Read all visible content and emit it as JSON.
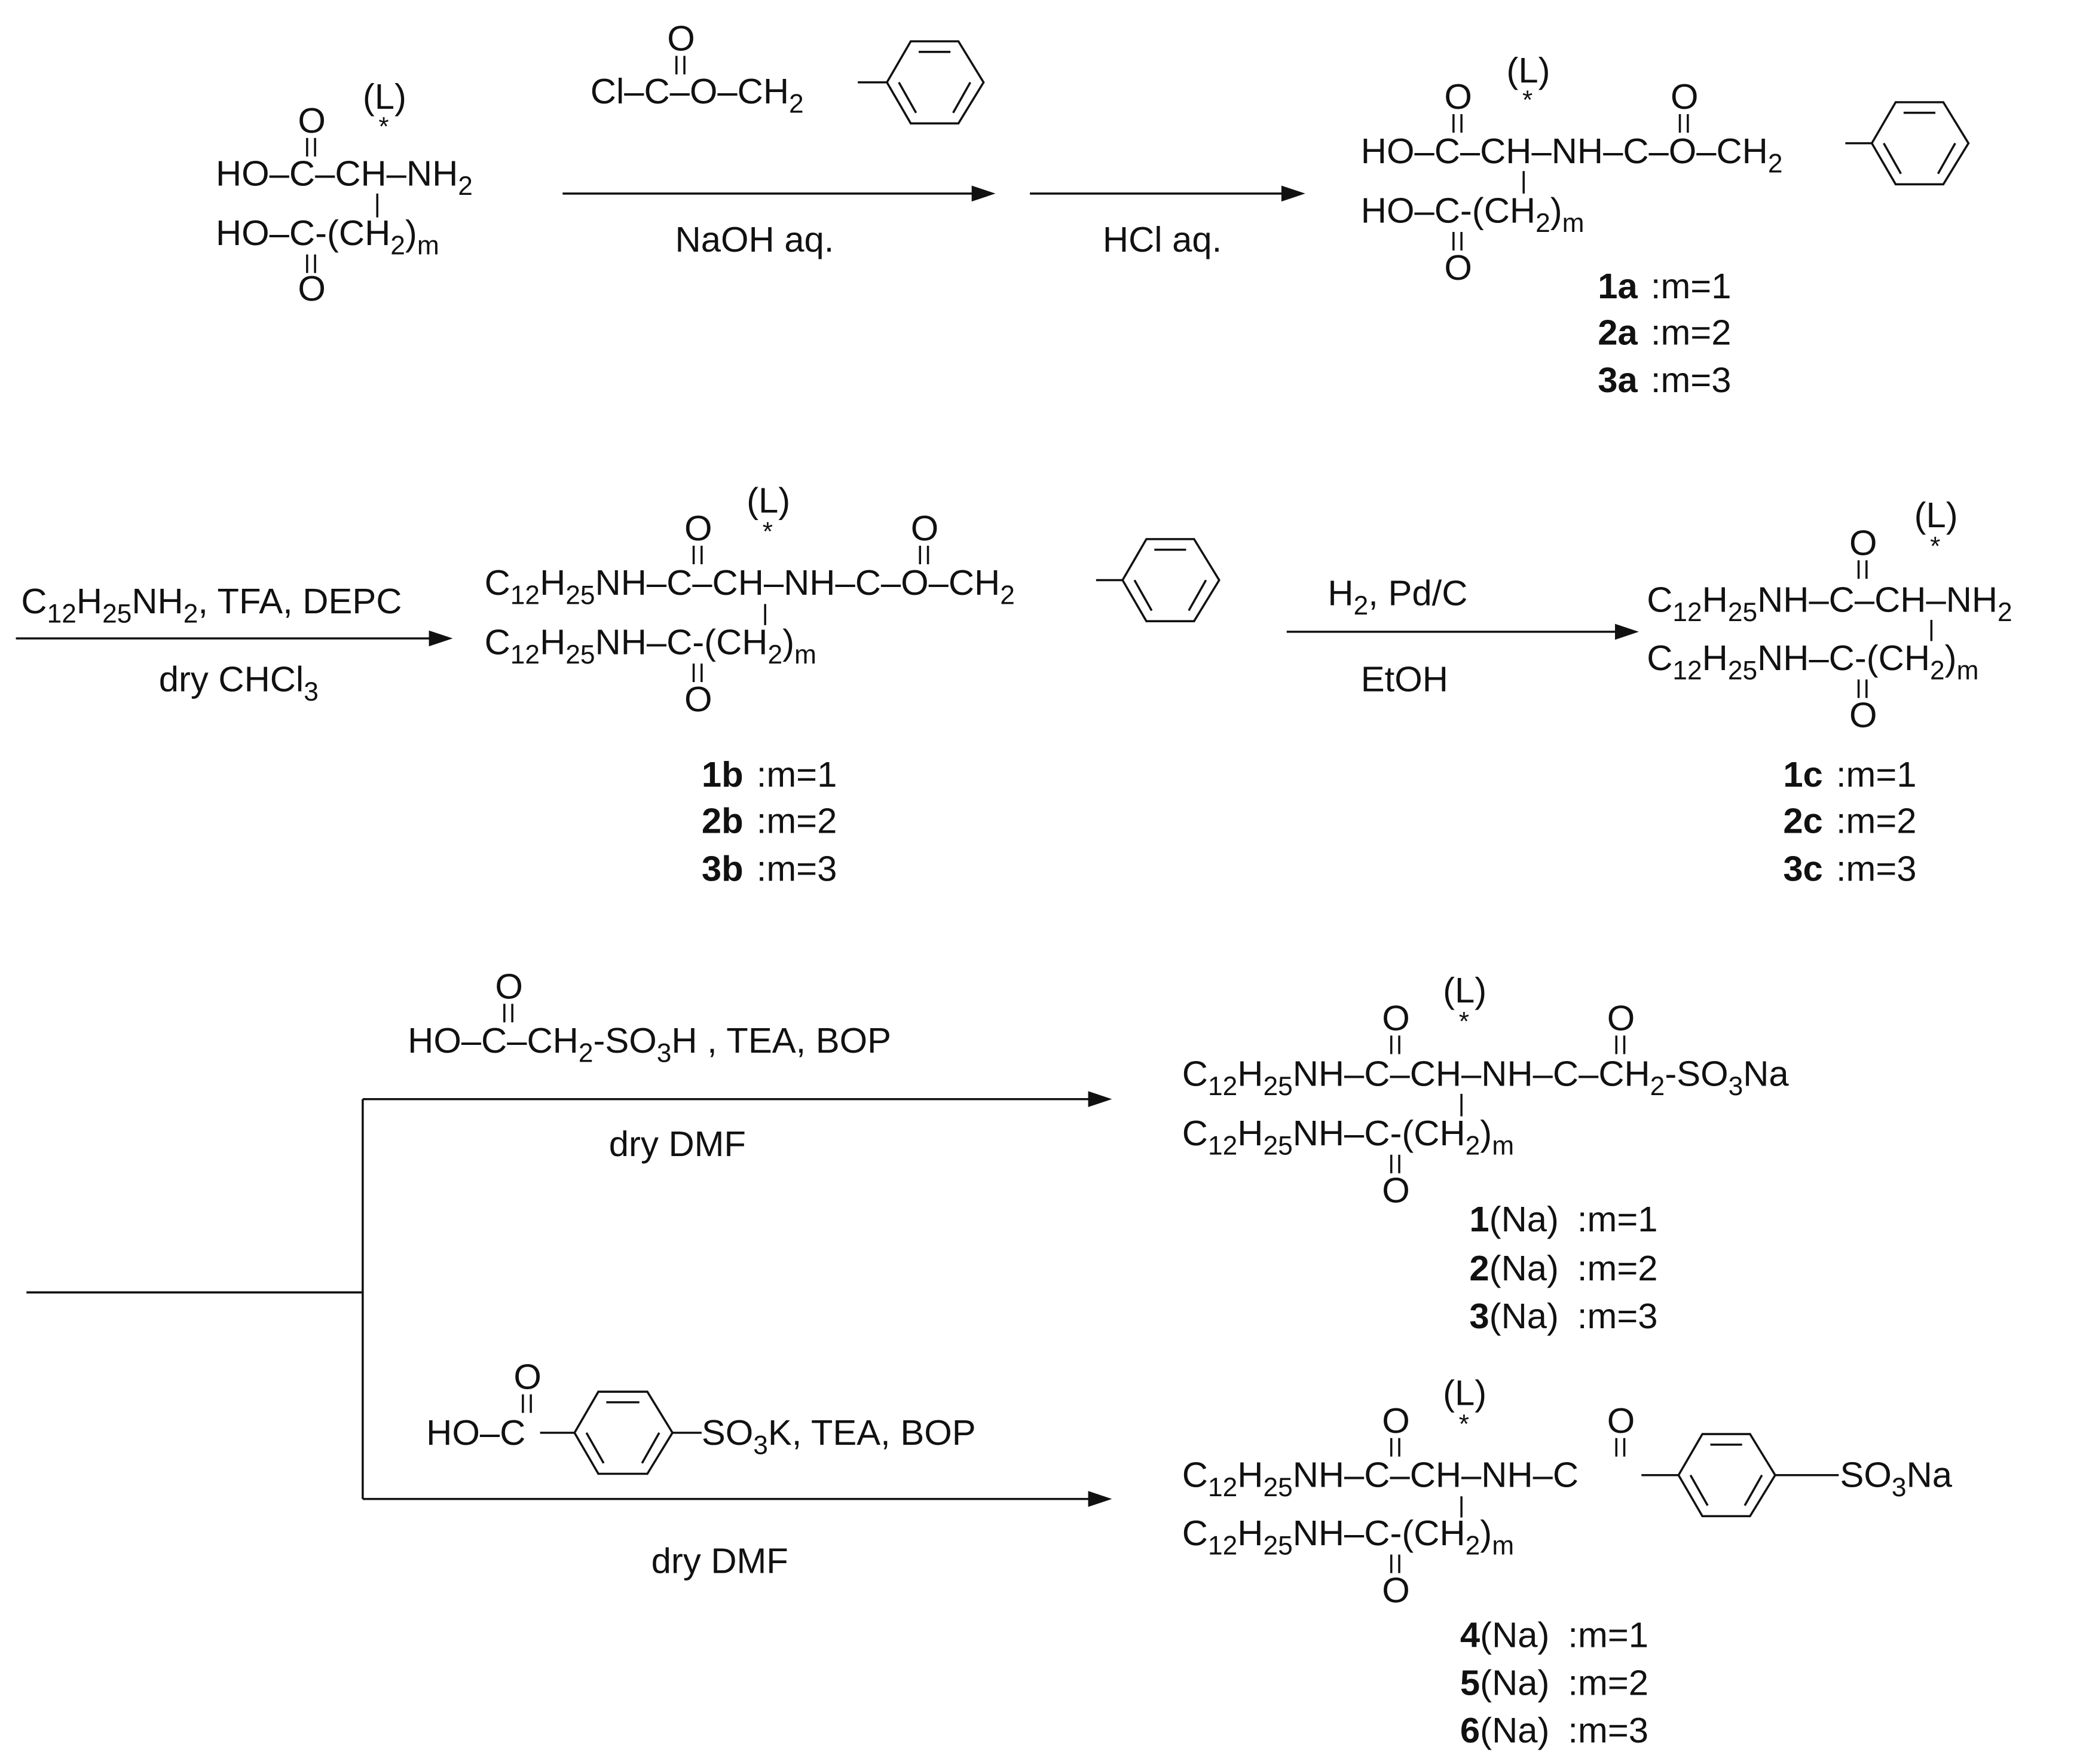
{
  "scheme": {
    "row1": {
      "start_material": {
        "chirality": "(L)",
        "star": "*",
        "o1": "O",
        "line1": "HO–C–CH–NH",
        "line1_sub": "2",
        "line2": "HO–C-(CH",
        "line2_sub1": "2",
        "line2_tail": ")",
        "line2_sub2": "m",
        "o2": "O"
      },
      "reagent1": {
        "o": "O",
        "text": "Cl–C–O–CH",
        "sub": "2"
      },
      "condition1": "NaOH  aq.",
      "condition2": "HCl  aq.",
      "product": {
        "chirality": "(L)",
        "star": "*",
        "o_left": "O",
        "o_right": "O",
        "line1": "HO–C–CH–NH–C–O–CH",
        "line1_sub": "2",
        "line2": "HO–C-(CH",
        "line2_sub1": "2",
        "line2_tail": ")",
        "line2_sub2": "m",
        "o_bottom": "O"
      },
      "labels": [
        {
          "id": "1a",
          "m": ":m=1"
        },
        {
          "id": "2a",
          "m": ":m=2"
        },
        {
          "id": "3a",
          "m": ":m=3"
        }
      ]
    },
    "row2": {
      "reagent": {
        "c": "C",
        "c_sub": "12",
        "h": "H",
        "h_sub": "25",
        "nh": "NH",
        "nh_sub": "2",
        "rest": ", TFA,  DEPC"
      },
      "solvent": {
        "text": "dry CHCl",
        "sub": "3"
      },
      "product_b": {
        "chirality": "(L)",
        "star": "*",
        "o_left": "O",
        "o_right": "O",
        "c": "C",
        "c_sub": "12",
        "h": "H",
        "h_sub": "25",
        "line1_rest": "NH–C–CH–NH–C–O–CH",
        "line1_sub": "2",
        "line2_rest": "NH–C-(CH",
        "line2_sub1": "2",
        "line2_tail": ")",
        "line2_sub2": "m",
        "o_bottom": "O"
      },
      "labels_b": [
        {
          "id": "1b",
          "m": ":m=1"
        },
        {
          "id": "2b",
          "m": ":m=2"
        },
        {
          "id": "3b",
          "m": ":m=3"
        }
      ],
      "hydrogenation": {
        "h": "H",
        "h_sub": "2",
        "rest": ", Pd/C",
        "solvent": "EtOH"
      },
      "product_c": {
        "chirality": "(L)",
        "star": "*",
        "o_top": "O",
        "c": "C",
        "c_sub": "12",
        "h": "H",
        "h_sub": "25",
        "line1_rest": "NH–C–CH–NH",
        "line1_sub": "2",
        "line2_rest": "NH–C-(CH",
        "line2_sub1": "2",
        "line2_tail": ")",
        "line2_sub2": "m",
        "o_bottom": "O"
      },
      "labels_c": [
        {
          "id": "1c",
          "m": ":m=1"
        },
        {
          "id": "2c",
          "m": ":m=2"
        },
        {
          "id": "3c",
          "m": ":m=3"
        }
      ]
    },
    "row3": {
      "upper_reagent": {
        "o": "O",
        "text": "HO–C–CH",
        "sub1": "2",
        "mid": "-SO",
        "sub2": "3",
        "rest": "H , TEA,  BOP"
      },
      "upper_solvent": "dry DMF",
      "upper_product": {
        "chirality": "(L)",
        "star": "*",
        "o_left": "O",
        "o_right": "O",
        "c": "C",
        "c_sub": "12",
        "h": "H",
        "h_sub": "25",
        "line1_rest": "NH–C–CH–NH–C–CH",
        "line1_sub": "2",
        "line1_mid": "-SO",
        "line1_sub2": "3",
        "line1_tail": "Na",
        "line2_rest": "NH–C-(CH",
        "line2_sub1": "2",
        "line2_tail": ")",
        "line2_sub2": "m",
        "o_bottom": "O"
      },
      "upper_labels": [
        {
          "id": "1",
          "salt": "(Na)",
          "m": ":m=1"
        },
        {
          "id": "2",
          "salt": "(Na)",
          "m": ":m=2"
        },
        {
          "id": "3",
          "salt": "(Na)",
          "m": ":m=3"
        }
      ],
      "lower_reagent": {
        "o": "O",
        "text": "HO–C",
        "so": "SO",
        "sub": "3",
        "rest": "K, TEA,  BOP"
      },
      "lower_solvent": "dry DMF",
      "lower_product": {
        "chirality": "(L)",
        "star": "*",
        "o_left": "O",
        "o_right": "O",
        "c": "C",
        "c_sub": "12",
        "h": "H",
        "h_sub": "25",
        "line1_rest": "NH–C–CH–NH–C",
        "so": "SO",
        "so_sub": "3",
        "so_tail": "Na",
        "line2_rest": "NH–C-(CH",
        "line2_sub1": "2",
        "line2_tail": ")",
        "line2_sub2": "m",
        "o_bottom": "O"
      },
      "lower_labels": [
        {
          "id": "4",
          "salt": "(Na)",
          "m": ":m=1"
        },
        {
          "id": "5",
          "salt": "(Na)",
          "m": ":m=2"
        },
        {
          "id": "6",
          "salt": "(Na)",
          "m": ":m=3"
        }
      ]
    }
  }
}
